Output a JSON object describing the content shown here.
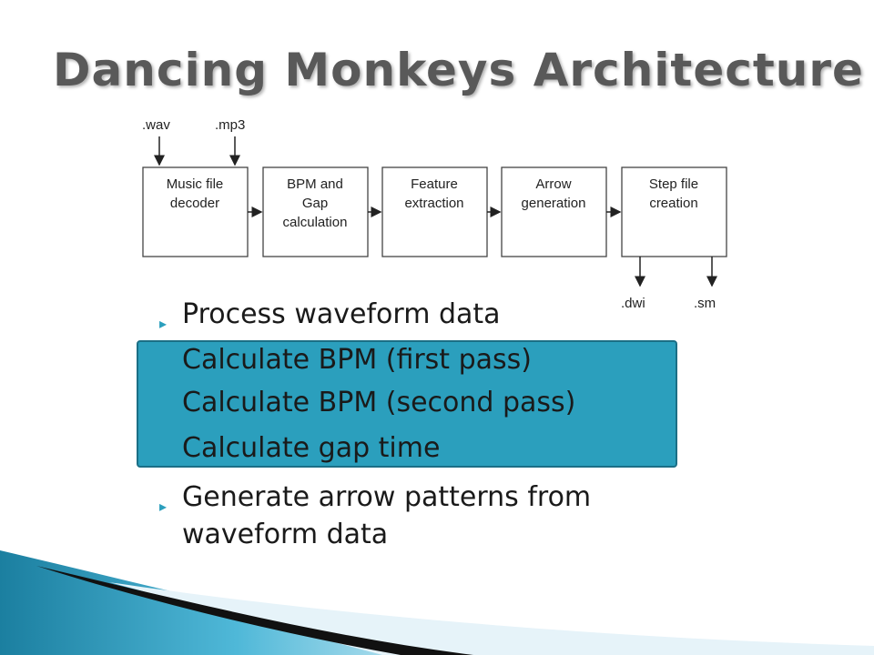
{
  "slide": {
    "title": "Dancing Monkeys Architecture"
  },
  "diagram": {
    "inputs": [
      ".wav",
      ".mp3"
    ],
    "stages": [
      {
        "lines": [
          "Music file",
          "decoder"
        ]
      },
      {
        "lines": [
          "BPM and",
          "Gap",
          "calculation"
        ]
      },
      {
        "lines": [
          "Feature",
          "extraction"
        ]
      },
      {
        "lines": [
          "Arrow",
          "generation"
        ]
      },
      {
        "lines": [
          "Step file",
          "creation"
        ]
      }
    ],
    "outputs": [
      ".dwi",
      ".sm"
    ]
  },
  "bullets": [
    {
      "text": "Process waveform data",
      "marker": "▸",
      "highlighted": false
    },
    {
      "text": "Calculate BPM (first pass)",
      "marker": "",
      "highlighted": true
    },
    {
      "text": "Calculate BPM (second pass)",
      "marker": "",
      "highlighted": true
    },
    {
      "text": "Calculate gap time",
      "marker": "",
      "highlighted": true
    },
    {
      "text": "Generate arrow patterns from",
      "marker": "▸",
      "highlighted": false
    },
    {
      "text": "waveform data",
      "marker": "",
      "highlighted": false
    }
  ],
  "colors": {
    "accent": "#2b9fbd",
    "title": "#595959"
  }
}
